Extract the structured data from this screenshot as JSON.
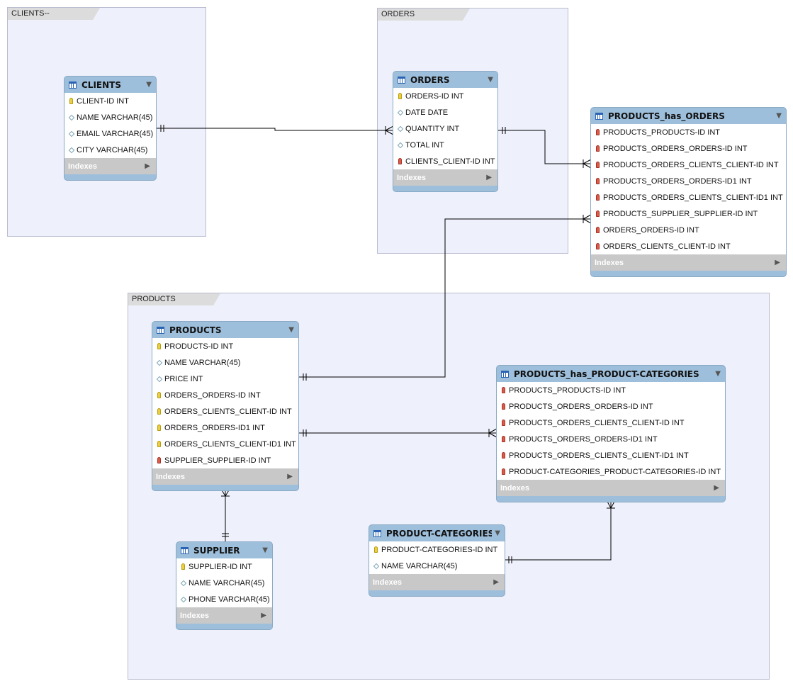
{
  "layers": {
    "clients": "CLIENTS--",
    "orders": "ORDERS",
    "products": "PRODUCTS"
  },
  "colors": {
    "layer_bg": "#eef0fb",
    "table_header": "#9ebfdb",
    "indexes_bar": "#c8c8c8",
    "primary_key": "#ead041",
    "foreign_key": "#dd5b4b",
    "link_line": "#000000"
  },
  "icons": {
    "table": "table-grid-icon",
    "collapse": "triangle-down-icon",
    "expand": "triangle-right-icon",
    "primary_key": "key-icon",
    "foreign_key": "foreign-key-icon",
    "attribute": "diamond-icon"
  },
  "tables": {
    "clients": {
      "name": "CLIENTS",
      "indexes": "Indexes",
      "columns": [
        {
          "text": "CLIENT-ID INT",
          "kind": "pk"
        },
        {
          "text": "NAME VARCHAR(45)",
          "kind": "attr"
        },
        {
          "text": "EMAIL VARCHAR(45)",
          "kind": "attr"
        },
        {
          "text": "CITY VARCHAR(45)",
          "kind": "attr"
        }
      ]
    },
    "orders": {
      "name": "ORDERS",
      "indexes": "Indexes",
      "columns": [
        {
          "text": "ORDERS-ID INT",
          "kind": "pk"
        },
        {
          "text": "DATE DATE",
          "kind": "attr"
        },
        {
          "text": "QUANTITY INT",
          "kind": "attr"
        },
        {
          "text": "TOTAL INT",
          "kind": "attr"
        },
        {
          "text": "CLIENTS_CLIENT-ID INT",
          "kind": "fk"
        }
      ]
    },
    "products_has_orders": {
      "name": "PRODUCTS_has_ORDERS",
      "indexes": "Indexes",
      "columns": [
        {
          "text": "PRODUCTS_PRODUCTS-ID INT",
          "kind": "fk"
        },
        {
          "text": "PRODUCTS_ORDERS_ORDERS-ID INT",
          "kind": "fk"
        },
        {
          "text": "PRODUCTS_ORDERS_CLIENTS_CLIENT-ID INT",
          "kind": "fk"
        },
        {
          "text": "PRODUCTS_ORDERS_ORDERS-ID1 INT",
          "kind": "fk"
        },
        {
          "text": "PRODUCTS_ORDERS_CLIENTS_CLIENT-ID1 INT",
          "kind": "fk"
        },
        {
          "text": "PRODUCTS_SUPPLIER_SUPPLIER-ID INT",
          "kind": "fk"
        },
        {
          "text": "ORDERS_ORDERS-ID INT",
          "kind": "fk"
        },
        {
          "text": "ORDERS_CLIENTS_CLIENT-ID INT",
          "kind": "fk"
        }
      ]
    },
    "products": {
      "name": "PRODUCTS",
      "indexes": "Indexes",
      "columns": [
        {
          "text": "PRODUCTS-ID INT",
          "kind": "pk"
        },
        {
          "text": "NAME VARCHAR(45)",
          "kind": "attr"
        },
        {
          "text": "PRICE INT",
          "kind": "attr"
        },
        {
          "text": "ORDERS_ORDERS-ID INT",
          "kind": "pk"
        },
        {
          "text": "ORDERS_CLIENTS_CLIENT-ID INT",
          "kind": "pk"
        },
        {
          "text": "ORDERS_ORDERS-ID1 INT",
          "kind": "pk"
        },
        {
          "text": "ORDERS_CLIENTS_CLIENT-ID1 INT",
          "kind": "pk"
        },
        {
          "text": "SUPPLIER_SUPPLIER-ID INT",
          "kind": "fk"
        }
      ]
    },
    "products_has_product_categories": {
      "name": "PRODUCTS_has_PRODUCT-CATEGORIES",
      "indexes": "Indexes",
      "columns": [
        {
          "text": "PRODUCTS_PRODUCTS-ID INT",
          "kind": "fk"
        },
        {
          "text": "PRODUCTS_ORDERS_ORDERS-ID INT",
          "kind": "fk"
        },
        {
          "text": "PRODUCTS_ORDERS_CLIENTS_CLIENT-ID INT",
          "kind": "fk"
        },
        {
          "text": "PRODUCTS_ORDERS_ORDERS-ID1 INT",
          "kind": "fk"
        },
        {
          "text": "PRODUCTS_ORDERS_CLIENTS_CLIENT-ID1 INT",
          "kind": "fk"
        },
        {
          "text": "PRODUCT-CATEGORIES_PRODUCT-CATEGORIES-ID INT",
          "kind": "fk"
        }
      ]
    },
    "supplier": {
      "name": "SUPPLIER",
      "indexes": "Indexes",
      "columns": [
        {
          "text": "SUPPLIER-ID INT",
          "kind": "pk"
        },
        {
          "text": "NAME VARCHAR(45)",
          "kind": "attr"
        },
        {
          "text": "PHONE VARCHAR(45)",
          "kind": "attr"
        }
      ]
    },
    "product_categories": {
      "name": "PRODUCT-CATEGORIES",
      "indexes": "Indexes",
      "columns": [
        {
          "text": "PRODUCT-CATEGORIES-ID INT",
          "kind": "pk"
        },
        {
          "text": "NAME VARCHAR(45)",
          "kind": "attr"
        }
      ]
    }
  },
  "relationships": [
    {
      "from": "clients",
      "to": "orders",
      "cardinality": "one-to-many"
    },
    {
      "from": "orders",
      "to": "products_has_orders",
      "cardinality": "one-to-many"
    },
    {
      "from": "products",
      "to": "products_has_orders",
      "cardinality": "one-to-many"
    },
    {
      "from": "products",
      "to": "products_has_product_categories",
      "cardinality": "one-to-many"
    },
    {
      "from": "supplier",
      "to": "products",
      "cardinality": "one-to-many"
    },
    {
      "from": "product_categories",
      "to": "products_has_product_categories",
      "cardinality": "one-to-many"
    }
  ]
}
